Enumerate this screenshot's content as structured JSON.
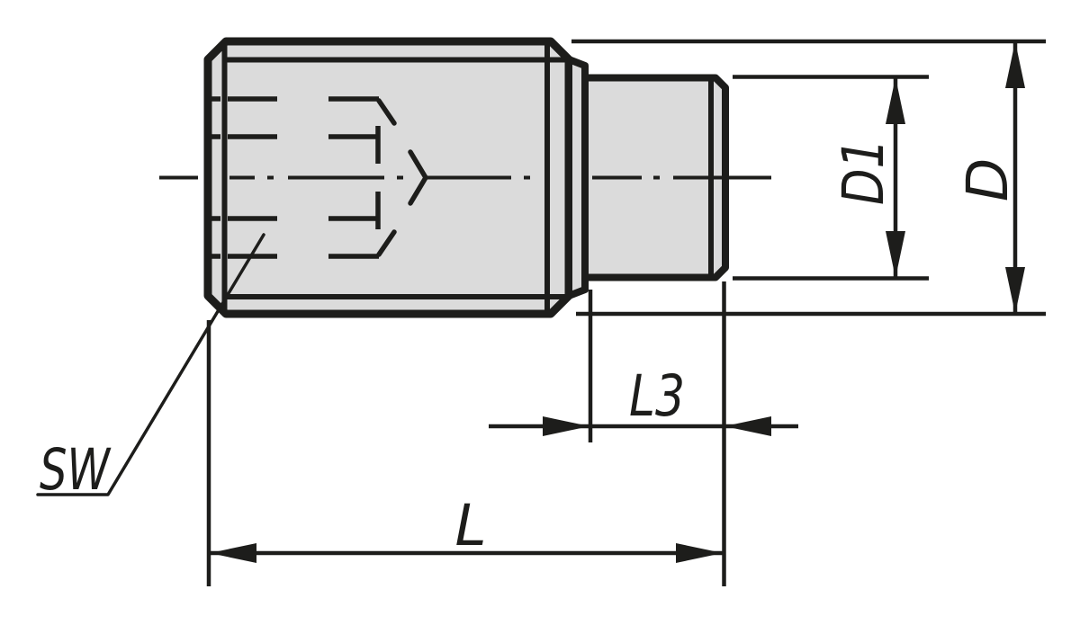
{
  "diagram": {
    "kind": "dimensioned-engineering-drawing",
    "labels": {
      "pivot_diameter": "D1",
      "body_diameter": "D",
      "pivot_length": "L3",
      "overall_length": "L",
      "hex_key_size": "SW"
    },
    "colors": {
      "line": "#1d1d1b",
      "part_fill": "#dbdbdb",
      "background": "#ffffff"
    }
  }
}
